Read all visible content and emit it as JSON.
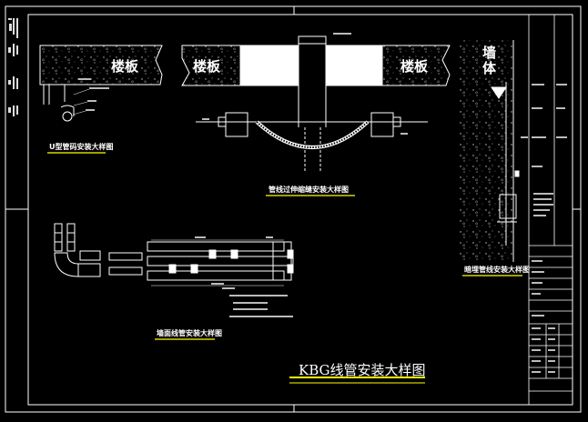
{
  "labels": {
    "slab_left": "楼板",
    "slab_mid_left": "楼板",
    "slab_mid_right": "楼板",
    "wall": "墙体"
  },
  "captions": {
    "detail_1": "U型管码安装大样图",
    "detail_2": "管线过伸缩缝安装大样图",
    "detail_3": "暗埋管线安装大样图",
    "detail_4": "墙面线管安装大样图",
    "main_title": "KBG线管安装大样图"
  },
  "colors": {
    "background": "#000000",
    "lines": "#ffffff",
    "caption_underline": "#ffff00",
    "hatch": "#cccccc"
  }
}
